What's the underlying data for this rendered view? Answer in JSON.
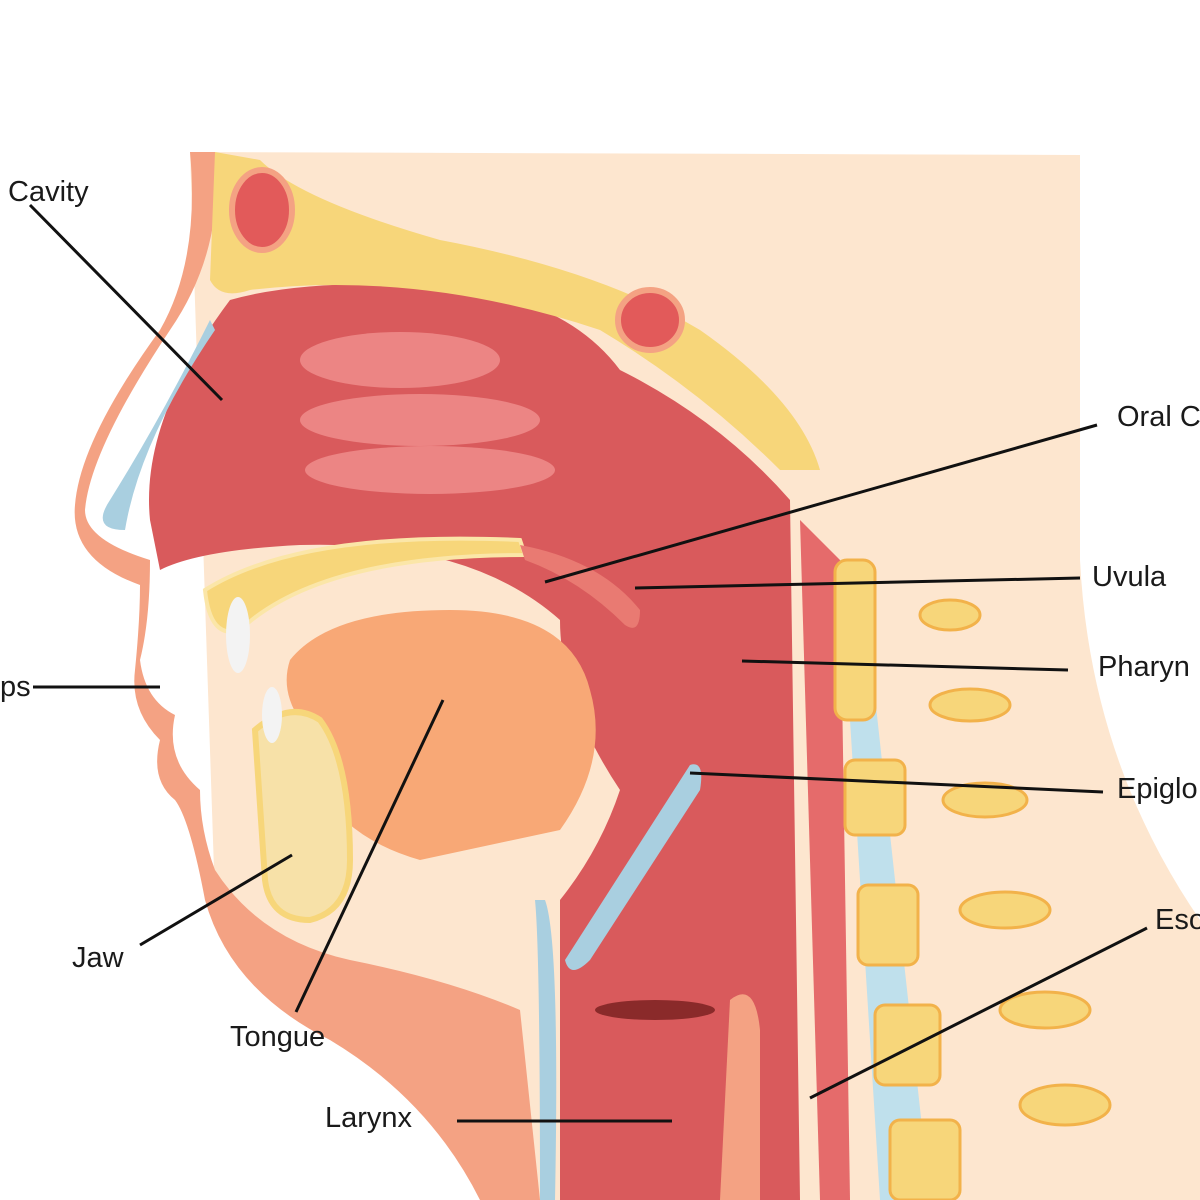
{
  "diagram": {
    "labels": {
      "nasal_cavity": "Cavity",
      "oral_cavity": "Oral C",
      "uvula": "Uvula",
      "pharynx": "Pharyn",
      "epiglottis": "Epiglo",
      "esophagus": "Eso",
      "lips": "ps",
      "jaw": "Jaw",
      "tongue": "Tongue",
      "larynx": "Larynx"
    },
    "colors": {
      "skin": "#fde6cf",
      "tissue": "#f4a283",
      "cavity": "#d95a5c",
      "bone": "#f7d67a",
      "cartilage": "#a9cfe0",
      "tongue": "#f8a876"
    }
  }
}
